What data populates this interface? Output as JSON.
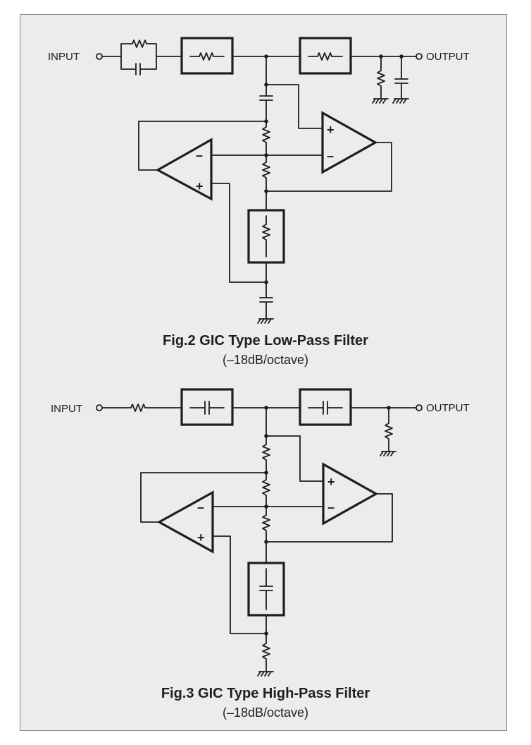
{
  "fig2": {
    "title": "Fig.2 GIC Type Low-Pass Filter",
    "subtitle": "(–18dB/octave)",
    "input_label": "INPUT",
    "output_label": "OUTPUT",
    "opamp_plus": "+",
    "opamp_minus": "–"
  },
  "fig3": {
    "title": "Fig.3 GIC Type High-Pass Filter",
    "subtitle": "(–18dB/octave)",
    "input_label": "INPUT",
    "output_label": "OUTPUT",
    "opamp_plus": "+",
    "opamp_minus": "–"
  }
}
